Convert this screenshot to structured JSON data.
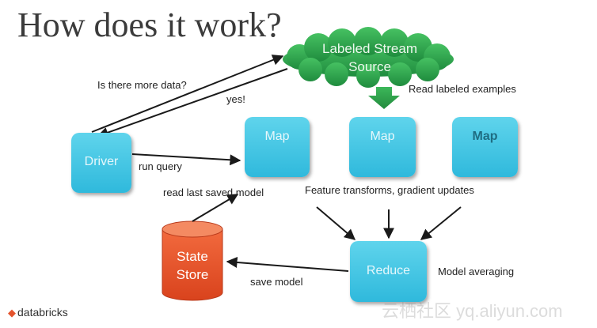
{
  "title": "How does it work?",
  "source": {
    "line1": "Labeled Stream",
    "line2": "Source"
  },
  "nodes": {
    "driver": "Driver",
    "map1": "Map",
    "map2": "Map",
    "map3": "Map",
    "reduce": "Reduce",
    "store_line1": "State",
    "store_line2": "Store"
  },
  "labels": {
    "more_data": "Is there more data?",
    "yes": "yes!",
    "read_examples": "Read labeled examples",
    "run_query": "run query",
    "read_model": "read last saved model",
    "transforms": "Feature transforms, gradient updates",
    "save_model": "save model",
    "averaging": "Model averaging"
  },
  "brand": {
    "mark": "◆",
    "name": "databricks"
  },
  "watermark": "云栖社区 yq.aliyun.com",
  "colors": {
    "box": "#3cc3e3",
    "cloud": "#2ea44f",
    "store": "#e9562c",
    "arrow": "#1a1a1a"
  }
}
